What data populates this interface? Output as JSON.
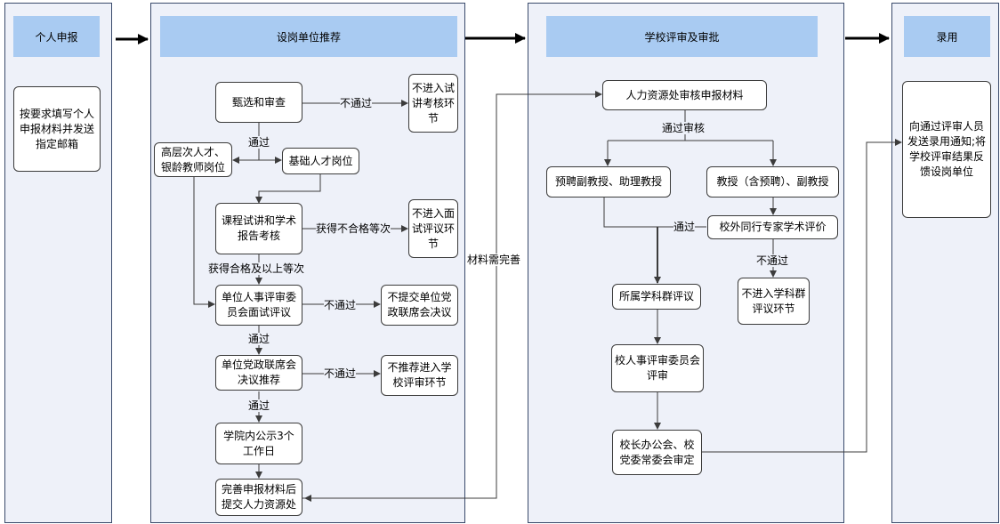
{
  "lanes": {
    "personal": "个人申报",
    "unit": "设岗单位推荐",
    "school": "学校评审及审批",
    "hire": "录用"
  },
  "nodes": {
    "apply": "按要求填写个人申报材料并发送指定邮箱",
    "screen": "甄选和审查",
    "reject_trial": "不进入试讲考核环节",
    "high_level": "高层次人才、银龄教师岗位",
    "basic": "基础人才岗位",
    "lecture": "课程试讲和学术报告考核",
    "reject_interview": "不进入面试评议环节",
    "unit_committee": "单位人事评审委员会面试评议",
    "no_party_resolution": "不提交单位党政联席会决议",
    "party_joint": "单位党政联席会决议推荐",
    "no_school_review": "不推荐进入学校评审环节",
    "publicity": "学院内公示3个工作日",
    "submit": "完善申报材料后提交人力资源处",
    "hr_review": "人力资源处审核申报材料",
    "pre_assoc": "预聘副教授、助理教授",
    "prof": "教授（含预聘）、副教授",
    "external_review": "校外同行专家学术评价",
    "reject_discipline": "不进入学科群评议环节",
    "discipline_group": "所属学科群评议",
    "school_committee": "校人事评审委员会评审",
    "president_office": "校长办公会、校党委常委会审定",
    "notify": "向通过评审人员发送录用通知;将学校评审结果反馈设岗单位"
  },
  "edge_labels": {
    "fail_screen": "不通过",
    "pass_screen": "通过",
    "grade_fail": "获得不合格等次",
    "grade_pass": "获得合格及以上等次",
    "fail_unit": "不通过",
    "pass_unit": "通过",
    "fail_party": "不通过",
    "pass_party": "通过",
    "need_improve": "材料需完善",
    "pass_hr": "通过审核",
    "pass_external": "通过",
    "fail_external": "不通过"
  }
}
